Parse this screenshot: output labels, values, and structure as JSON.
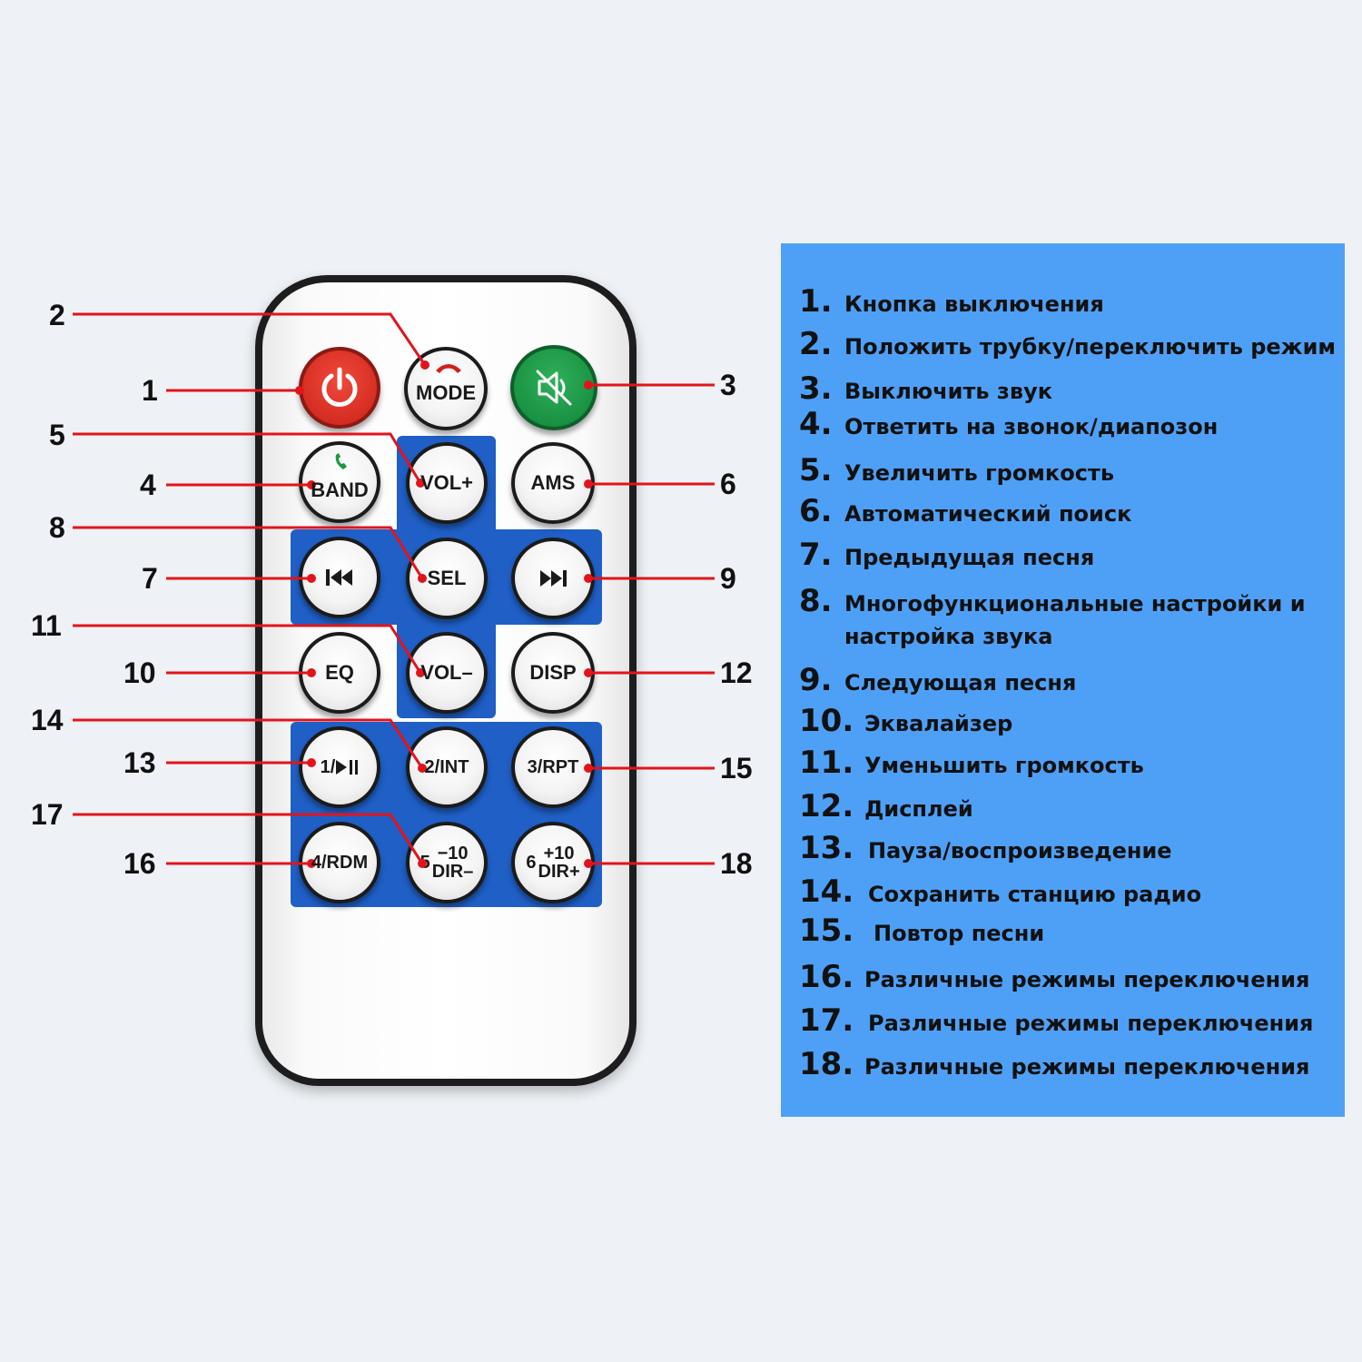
{
  "remote": {
    "buttons": [
      {
        "id": 1,
        "name": "power-button",
        "kind": "power",
        "icon": "power-icon"
      },
      {
        "id": 2,
        "name": "mode-button",
        "label": "MODE",
        "icon": "hang-up-phone-icon"
      },
      {
        "id": 3,
        "name": "mute-button",
        "kind": "mute",
        "icon": "speaker-mute-icon"
      },
      {
        "id": 4,
        "name": "band-button",
        "label": "BAND",
        "icon": "answer-phone-icon"
      },
      {
        "id": 5,
        "name": "vol-up-button",
        "label": "VOL+"
      },
      {
        "id": 6,
        "name": "ams-button",
        "label": "AMS"
      },
      {
        "id": 7,
        "name": "prev-button",
        "icon": "skip-previous-icon"
      },
      {
        "id": 8,
        "name": "sel-button",
        "label": "SEL"
      },
      {
        "id": 9,
        "name": "next-button",
        "icon": "skip-next-icon"
      },
      {
        "id": 10,
        "name": "eq-button",
        "label": "EQ"
      },
      {
        "id": 11,
        "name": "vol-down-button",
        "label": "VOL–"
      },
      {
        "id": 12,
        "name": "disp-button",
        "label": "DISP"
      },
      {
        "id": 13,
        "name": "play-pause-button",
        "label": "1/",
        "icon": "play-pause-icon"
      },
      {
        "id": 14,
        "name": "int-button",
        "label": "2/INT"
      },
      {
        "id": 15,
        "name": "rpt-button",
        "label": "3/RPT"
      },
      {
        "id": 16,
        "name": "rdm-button",
        "label": "4/RDM"
      },
      {
        "id": 17,
        "name": "dir-down-button",
        "prefix": "5",
        "top": "−10",
        "bottom": "DIR–"
      },
      {
        "id": 18,
        "name": "dir-up-button",
        "prefix": "6",
        "top": "+10",
        "bottom": "DIR+"
      }
    ]
  },
  "callouts": [
    "1",
    "2",
    "3",
    "4",
    "5",
    "6",
    "7",
    "8",
    "9",
    "10",
    "11",
    "12",
    "13",
    "14",
    "15",
    "16",
    "17",
    "18"
  ],
  "legend": {
    "items": [
      {
        "num": "1.",
        "text": "Кнопка выключения"
      },
      {
        "num": "2.",
        "text": "Положить трубку/переключить режим"
      },
      {
        "num": "3.",
        "text": "Выключить звук"
      },
      {
        "num": "4.",
        "text": "Ответить на звонок/диапозон"
      },
      {
        "num": "5.",
        "text": "Увеличить громкость"
      },
      {
        "num": "6.",
        "text": "Автоматический поиск"
      },
      {
        "num": "7.",
        "text": "Предыдущая песня"
      },
      {
        "num": "8.",
        "text": "Многофункциональные настройки и\nнастройка звука"
      },
      {
        "num": "9.",
        "text": "Следующая песня"
      },
      {
        "num": "10.",
        "text": "Эквалайзер"
      },
      {
        "num": "11.",
        "text": "Уменьшить громкость"
      },
      {
        "num": "12.",
        "text": "Дисплей"
      },
      {
        "num": "13.",
        "text": "Пауза/воспроизведение"
      },
      {
        "num": "14.",
        "text": "Сохранить станцию радио"
      },
      {
        "num": "15.",
        "text": "Повтор песни"
      },
      {
        "num": "16.",
        "text": "Различные режимы переключения"
      },
      {
        "num": "17.",
        "text": "Различные режимы переключения"
      },
      {
        "num": "18.",
        "text": "Различные режимы переключения"
      }
    ]
  },
  "colors": {
    "leader": "#e2141b",
    "legend_bg": "#4ea0f6",
    "pad_blue": "#1f5fc6",
    "power_red": "#d62d22",
    "mute_green": "#1a9243"
  }
}
